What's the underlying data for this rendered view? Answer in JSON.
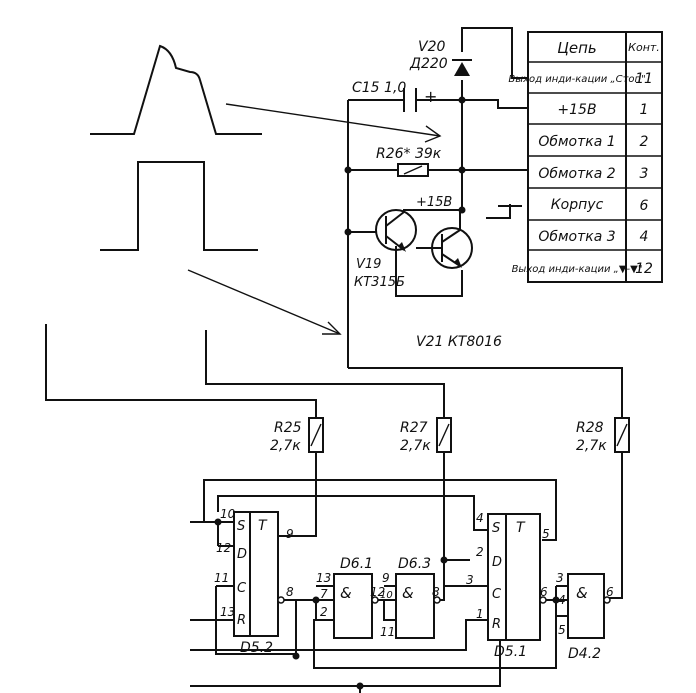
{
  "table": {
    "header": {
      "circuit": "Цепь",
      "contact": "Конт."
    },
    "rows": [
      {
        "circuit": "Выход инди-кации „Стоп\"",
        "contact": "11"
      },
      {
        "circuit": "+15В",
        "contact": "1"
      },
      {
        "circuit": "Обмотка 1",
        "contact": "2"
      },
      {
        "circuit": "Обмотка 2",
        "contact": "3"
      },
      {
        "circuit": "Корпус",
        "contact": "6"
      },
      {
        "circuit": "Обмотка 3",
        "contact": "4"
      },
      {
        "circuit": "Выход инди-кации „▼-▼\"",
        "contact": "12"
      }
    ]
  },
  "components": {
    "v20": {
      "ref": "V20",
      "type": "Д220"
    },
    "c15": {
      "label": "C15 1,0",
      "plus": "+"
    },
    "r26": {
      "label": "R26* 39к"
    },
    "supply": "+15В",
    "v19": {
      "ref": "V19",
      "type": "КТ315Б"
    },
    "v21": {
      "label": "V21 КТ8016"
    },
    "r25": {
      "ref": "R25",
      "value": "2,7к"
    },
    "r27": {
      "ref": "R27",
      "value": "2,7к"
    },
    "r28": {
      "ref": "R28",
      "value": "2,7к"
    },
    "d52": {
      "ref": "D5.2",
      "t": "T",
      "pins": [
        "S",
        "D",
        "C",
        "R"
      ]
    },
    "d51": {
      "ref": "D5.1",
      "t": "T",
      "pins": [
        "S",
        "D",
        "C",
        "R"
      ]
    },
    "d61": {
      "ref": "D6.1",
      "sym": "&"
    },
    "d63": {
      "ref": "D6.3",
      "sym": "&"
    },
    "d42": {
      "ref": "D4.2",
      "sym": "&"
    }
  },
  "pins": {
    "d52": [
      "10",
      "12",
      "11",
      "13",
      "9",
      "8"
    ],
    "d61": [
      "13",
      "7",
      "2",
      "12"
    ],
    "d63": [
      "9",
      "10",
      "11",
      "8"
    ],
    "d51": [
      "4",
      "2",
      "3",
      "1",
      "5",
      "6"
    ],
    "d42": [
      "3",
      "4",
      "5",
      "6"
    ]
  }
}
